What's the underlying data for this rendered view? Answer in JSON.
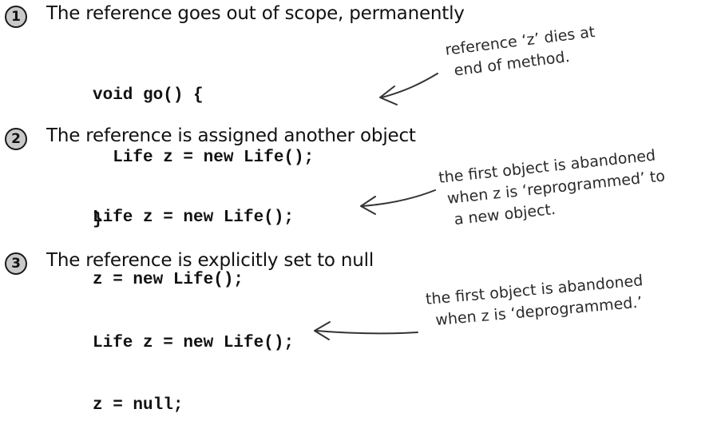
{
  "steps": [
    {
      "number": "1",
      "heading": "The reference goes out of scope, permanently",
      "code": [
        "void go() {",
        "  Life z = new Life();",
        "}"
      ],
      "note": [
        "reference ‘z’ dies at",
        "end of method."
      ]
    },
    {
      "number": "2",
      "heading": "The reference is assigned another object",
      "code": [
        "Life z = new Life();",
        "z = new Life();"
      ],
      "note": [
        "the first object is abandoned",
        "when z is ‘reprogrammed’ to",
        "a new object."
      ]
    },
    {
      "number": "3",
      "heading": "The reference is explicitly set to null",
      "code": [
        "Life z = new Life();",
        "z = null;"
      ],
      "note": [
        "the first object is abandoned",
        "when z is ‘deprogrammed.’"
      ]
    }
  ]
}
